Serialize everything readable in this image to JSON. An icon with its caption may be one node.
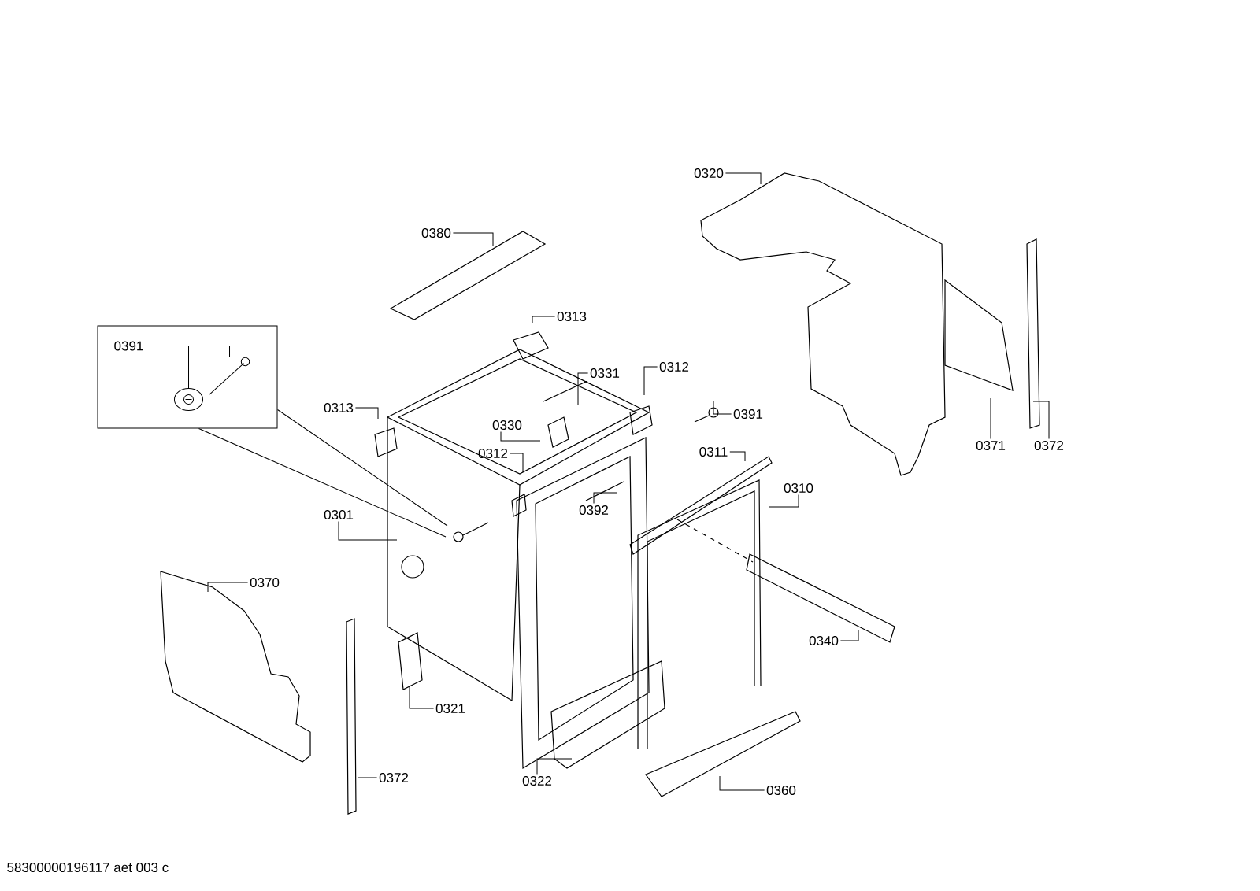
{
  "diagram": {
    "nodes": [
      {
        "text": [
          "0320"
        ]
      },
      {
        "text": [
          "0380"
        ]
      },
      {
        "text": [
          "0313"
        ]
      },
      {
        "text": [],
        "shape": "box"
      },
      {
        "text": [
          "0391"
        ],
        "in": 3
      },
      {
        "text": [
          "0312"
        ]
      },
      {
        "text": [
          "0331"
        ]
      },
      {
        "text": [
          "0313"
        ]
      },
      {
        "text": [
          "0391"
        ]
      },
      {
        "text": [
          "0330"
        ]
      },
      {
        "text": [
          "0371"
        ]
      },
      {
        "text": [
          "0372"
        ]
      },
      {
        "text": [
          "0311"
        ]
      },
      {
        "text": [
          "0312"
        ]
      },
      {
        "text": [
          "0310"
        ]
      },
      {
        "text": [
          "0392"
        ]
      },
      {
        "text": [
          "0301"
        ]
      },
      {
        "text": [
          "0370"
        ]
      },
      {
        "text": [
          "0340"
        ]
      },
      {
        "text": [
          "0321"
        ]
      },
      {
        "text": [
          "0372"
        ]
      },
      {
        "text": [
          "0322"
        ]
      },
      {
        "text": [
          "0360"
        ]
      },
      {
        "text": [],
        "shape": "picture",
        "in": 3
      },
      {
        "text": [],
        "shape": "picture",
        "in": 3
      }
    ],
    "edges": [
      {
        "from": 0,
        "to": null,
        "arrow": "none"
      },
      {
        "from": 1,
        "to": null,
        "arrow": "none"
      },
      {
        "from": 2,
        "to": null,
        "arrow": "none"
      },
      {
        "from": 3,
        "to": null,
        "arrow": "none"
      },
      {
        "from": 4,
        "to": 23,
        "arrow": "none"
      },
      {
        "from": 4,
        "to": 24,
        "arrow": "none"
      },
      {
        "from": 5,
        "to": null,
        "arrow": "none"
      },
      {
        "from": 6,
        "to": null,
        "arrow": "none"
      },
      {
        "from": 7,
        "to": null,
        "arrow": "none"
      },
      {
        "from": 8,
        "to": null,
        "arrow": "none"
      },
      {
        "from": 9,
        "to": null,
        "arrow": "none"
      },
      {
        "from": 10,
        "to": null,
        "arrow": "none"
      },
      {
        "from": 11,
        "to": null,
        "arrow": "none"
      },
      {
        "from": 12,
        "to": null,
        "arrow": "none"
      },
      {
        "from": 13,
        "to": null,
        "arrow": "none"
      },
      {
        "from": 14,
        "to": null,
        "arrow": "none"
      },
      {
        "from": 15,
        "to": null,
        "arrow": "none"
      },
      {
        "from": 16,
        "to": null,
        "arrow": "none"
      },
      {
        "from": 17,
        "to": null,
        "arrow": "none"
      },
      {
        "from": 18,
        "to": null,
        "arrow": "none"
      },
      {
        "from": 19,
        "to": null,
        "arrow": "none"
      },
      {
        "from": 20,
        "to": null,
        "arrow": "none"
      },
      {
        "from": 21,
        "to": null,
        "arrow": "none"
      },
      {
        "from": 22,
        "to": null,
        "arrow": "none"
      }
    ],
    "labels": [
      "58300000196117 aet 003 c"
    ]
  }
}
